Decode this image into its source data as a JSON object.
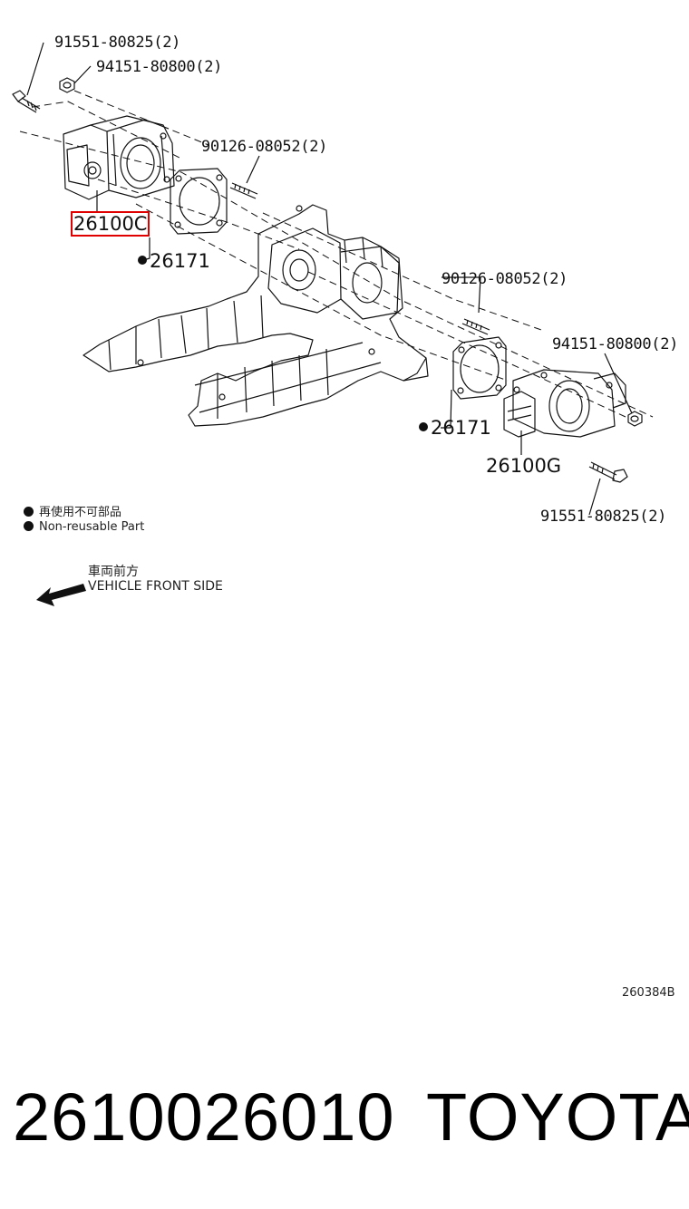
{
  "diagram": {
    "callouts": {
      "bolt_upper": "91551-80825(2)",
      "nut_upper": "94151-80800(2)",
      "stud_upper": "90126-08052(2)",
      "stud_lower": "90126-08052(2)",
      "nut_lower": "94151-80800(2)",
      "bolt_lower": "91551-80825(2)"
    },
    "parts": {
      "throttle_body_upper": "26100C",
      "gasket_upper": "26171",
      "gasket_lower": "26171",
      "throttle_body_lower": "26100G"
    }
  },
  "legend": {
    "nonreusable_jp": "再使用不可部品",
    "nonreusable_en": "Non-reusable Part"
  },
  "direction": {
    "label_jp": "車両前方",
    "label_en": "VEHICLE FRONT SIDE"
  },
  "illustration_code": "260384B",
  "footer": {
    "part_number": "2610026010",
    "brand": "TOYOTA"
  },
  "colors": {
    "highlight": "#e00000",
    "line": "#111111"
  }
}
